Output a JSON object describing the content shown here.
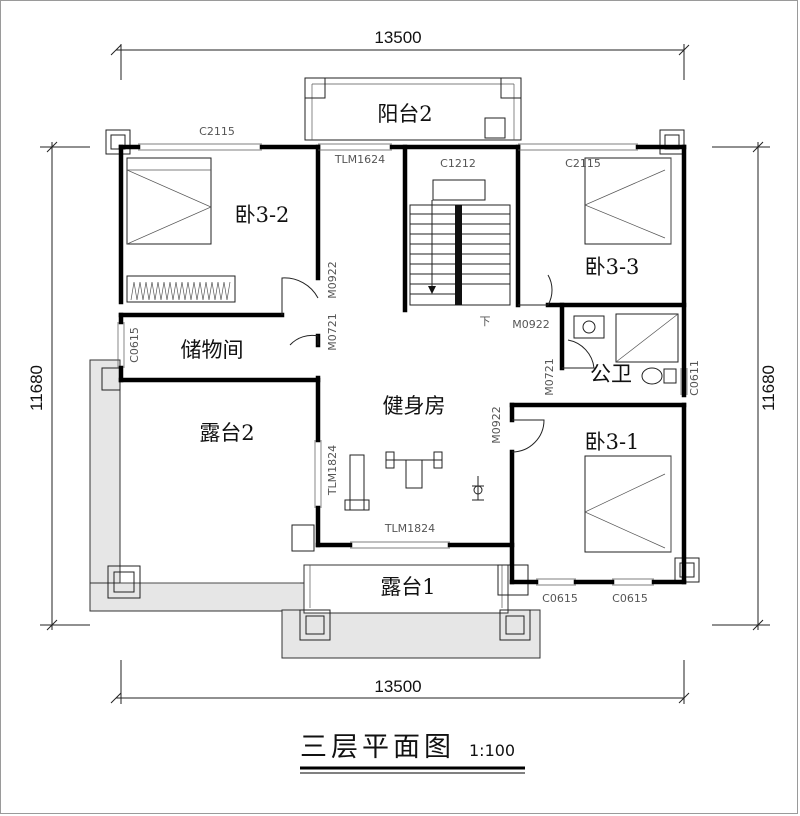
{
  "drawing": {
    "title": "三层平面图",
    "scale": "1:100",
    "dimensions": {
      "top_width": "13500",
      "bottom_width": "13500",
      "left_height": "11680",
      "right_height": "11680"
    }
  },
  "rooms": {
    "balcony_2": "阳台2",
    "bedroom_3_2": "卧3-2",
    "storage": "储物间",
    "terrace_2": "露台2",
    "gym": "健身房",
    "terrace_1": "露台1",
    "bedroom_3_3": "卧3-3",
    "public_bath": "公卫",
    "bedroom_3_1": "卧3-1"
  },
  "openings": {
    "c2115_left": "C2115",
    "c2115_right": "C2115",
    "tlm1624": "TLM1624",
    "c1212": "C1212",
    "m0922_bed32": "M0922",
    "m0721_storage": "M0721",
    "c0615_storage": "C0615",
    "m0922_bed33": "M0922",
    "m0721_bath": "M0721",
    "c0611_bath": "C0611",
    "m0922_bed31": "M0922",
    "tlm1824_side": "TLM1824",
    "tlm1824_bottom": "TLM1824",
    "c0615_bottom_1": "C0615",
    "c0615_bottom_2": "C0615",
    "stair_down": "下"
  }
}
